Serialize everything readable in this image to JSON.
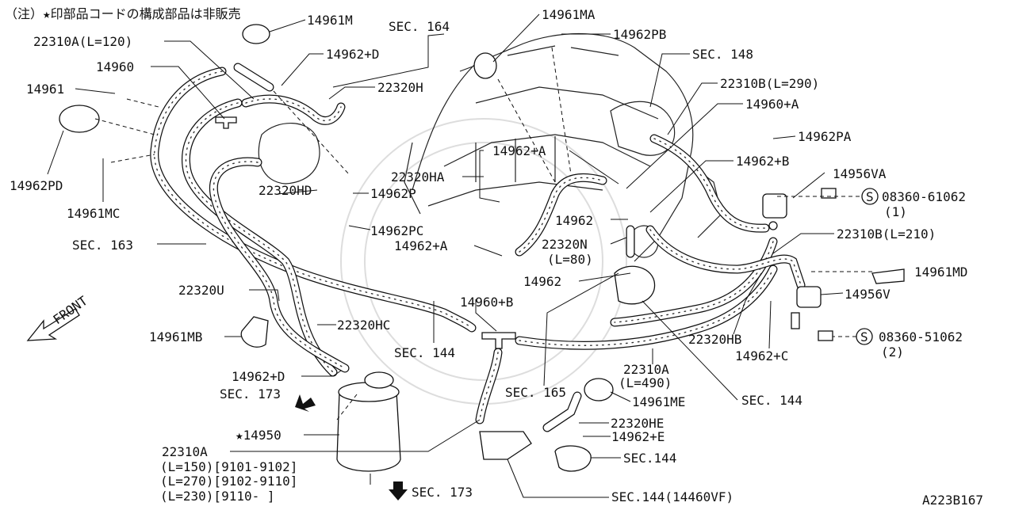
{
  "note": "（注）★印部品コードの構成部品は非販売",
  "figure_id": "A223B167",
  "labels": {
    "p14961M": "14961M",
    "sec164": "SEC. 164",
    "p14961MA": "14961MA",
    "p14962PB": "14962PB",
    "p22310A_120": "22310A(L=120)",
    "p14962D_top": "14962+D",
    "sec148": "SEC. 148",
    "p14960": "14960",
    "p22320H": "22320H",
    "p22310B_290": "22310B(L=290)",
    "p14961": "14961",
    "p14960A": "14960+A",
    "p14962PA": "14962PA",
    "p14962A_top": "14962+A",
    "p14962B": "14962+B",
    "p14962PD": "14962PD",
    "p22320HA": "22320HA",
    "p14956VA": "14956VA",
    "p22320HD": "22320HD",
    "p14962P": "14962P",
    "bolt1": "08360-61062",
    "bolt1_qty": "(1)",
    "p14961MC": "14961MC",
    "p14962_a": "14962",
    "p14962PC": "14962PC",
    "p22310B_210": "22310B(L=210)",
    "p22320N": "22320N",
    "p22320N_len": "(L=80)",
    "sec163": "SEC. 163",
    "p14962A_mid": "14962+A",
    "p14961MD": "14961MD",
    "p14962_b": "14962",
    "p22320U": "22320U",
    "p14956V": "14956V",
    "p14960B": "14960+B",
    "front": "FRONT",
    "p14961MB": "14961MB",
    "p22320HC": "22320HC",
    "bolt2": "08360-51062",
    "bolt2_qty": "(2)",
    "p22320HB": "22320HB",
    "sec144_a": "SEC. 144",
    "p14962C": "14962+C",
    "p22310A_490": "22310A",
    "p22310A_490_len": "(L=490)",
    "p14962D_bot": "14962+D",
    "sec165": "SEC. 165",
    "sec144_b": "SEC. 144",
    "sec173_a": "SEC. 173",
    "p14961ME": "14961ME",
    "p22320HE": "22320HE",
    "p14950": "★14950",
    "p14962E": "14962+E",
    "p22310A_var": "22310A",
    "var1": "(L=150)[9101-9102]",
    "var2": "(L=270)[9102-9110]",
    "var3": "(L=230)[9110-     ]",
    "sec144_c": "SEC.144",
    "sec173_b": "SEC. 173",
    "sec144_d": "SEC.144(14460VF)",
    "s_mark": "S"
  }
}
